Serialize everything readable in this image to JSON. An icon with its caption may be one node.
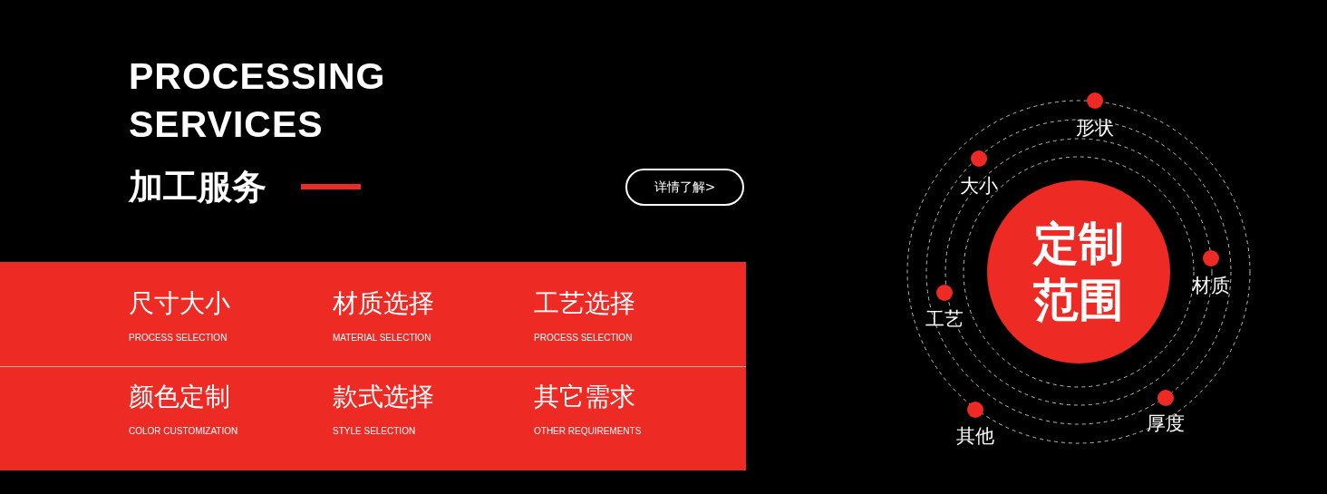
{
  "diagram": {
    "title": "PROCESSING SERVICES",
    "nodes": [
      {
        "text": [],
        "shape": "box"
      },
      {
        "text": [
          "尺寸大小",
          "PROCESS SELECTION"
        ],
        "in": 0
      },
      {
        "text": [
          "材质选择",
          "MATERIAL SELECTION"
        ],
        "in": 0
      },
      {
        "text": [
          "工艺选择",
          "PROCESS SELECTION"
        ],
        "in": 0
      },
      {
        "text": [
          "颜色定制",
          "COLOR CUSTOMIZATION"
        ],
        "in": 0
      },
      {
        "text": [
          "款式选择",
          "STYLE SELECTION"
        ],
        "in": 0
      },
      {
        "text": [
          "其它需求",
          "OTHER REQUIREMENTS"
        ],
        "in": 0
      },
      {
        "text": [
          "定制范围"
        ]
      }
    ],
    "labels": [
      "加工服务",
      "详情了解>",
      "形状",
      "大小",
      "材质",
      "工艺",
      "厚度",
      "其他"
    ]
  }
}
